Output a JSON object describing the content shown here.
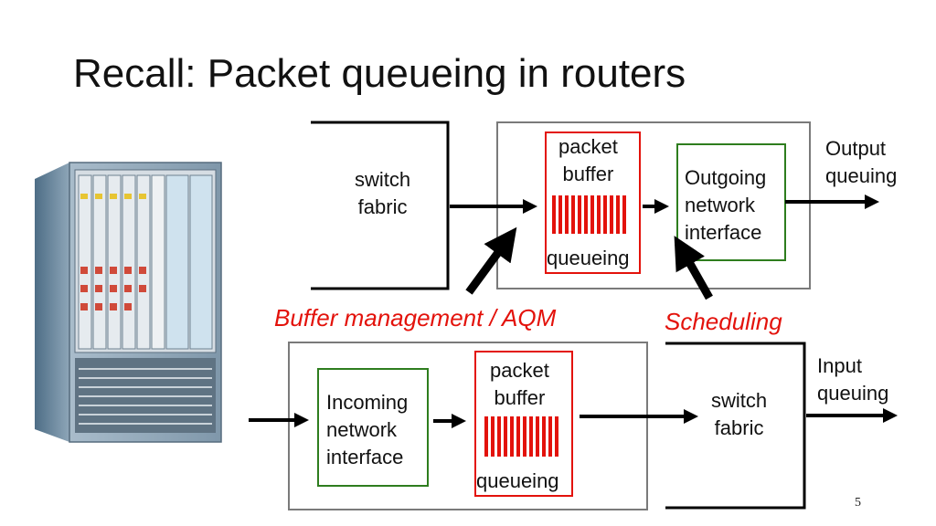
{
  "slide": {
    "title": "Recall: Packet queueing in routers",
    "page_number": "5"
  },
  "output_side": {
    "switch_fabric": "switch\nfabric",
    "packet_buffer": "packet\nbuffer",
    "queueing": "queueing",
    "interface": "Outgoing\nnetwork\n interface",
    "side_label": "Output\nqueuing"
  },
  "input_side": {
    "interface": "Incoming\nnetwork\n interface",
    "packet_buffer": "packet\nbuffer",
    "queueing": "queueing",
    "switch_fabric": "switch\nfabric",
    "side_label": "Input\nqueuing"
  },
  "annotations": {
    "buffer_management": "Buffer management / AQM",
    "scheduling": "Scheduling"
  },
  "colors": {
    "accent_red": "#e3120b",
    "interface_green": "#2e7d1e",
    "box_gray": "#7a7a7a"
  },
  "image": {
    "router_photo": "router-chassis-image"
  }
}
